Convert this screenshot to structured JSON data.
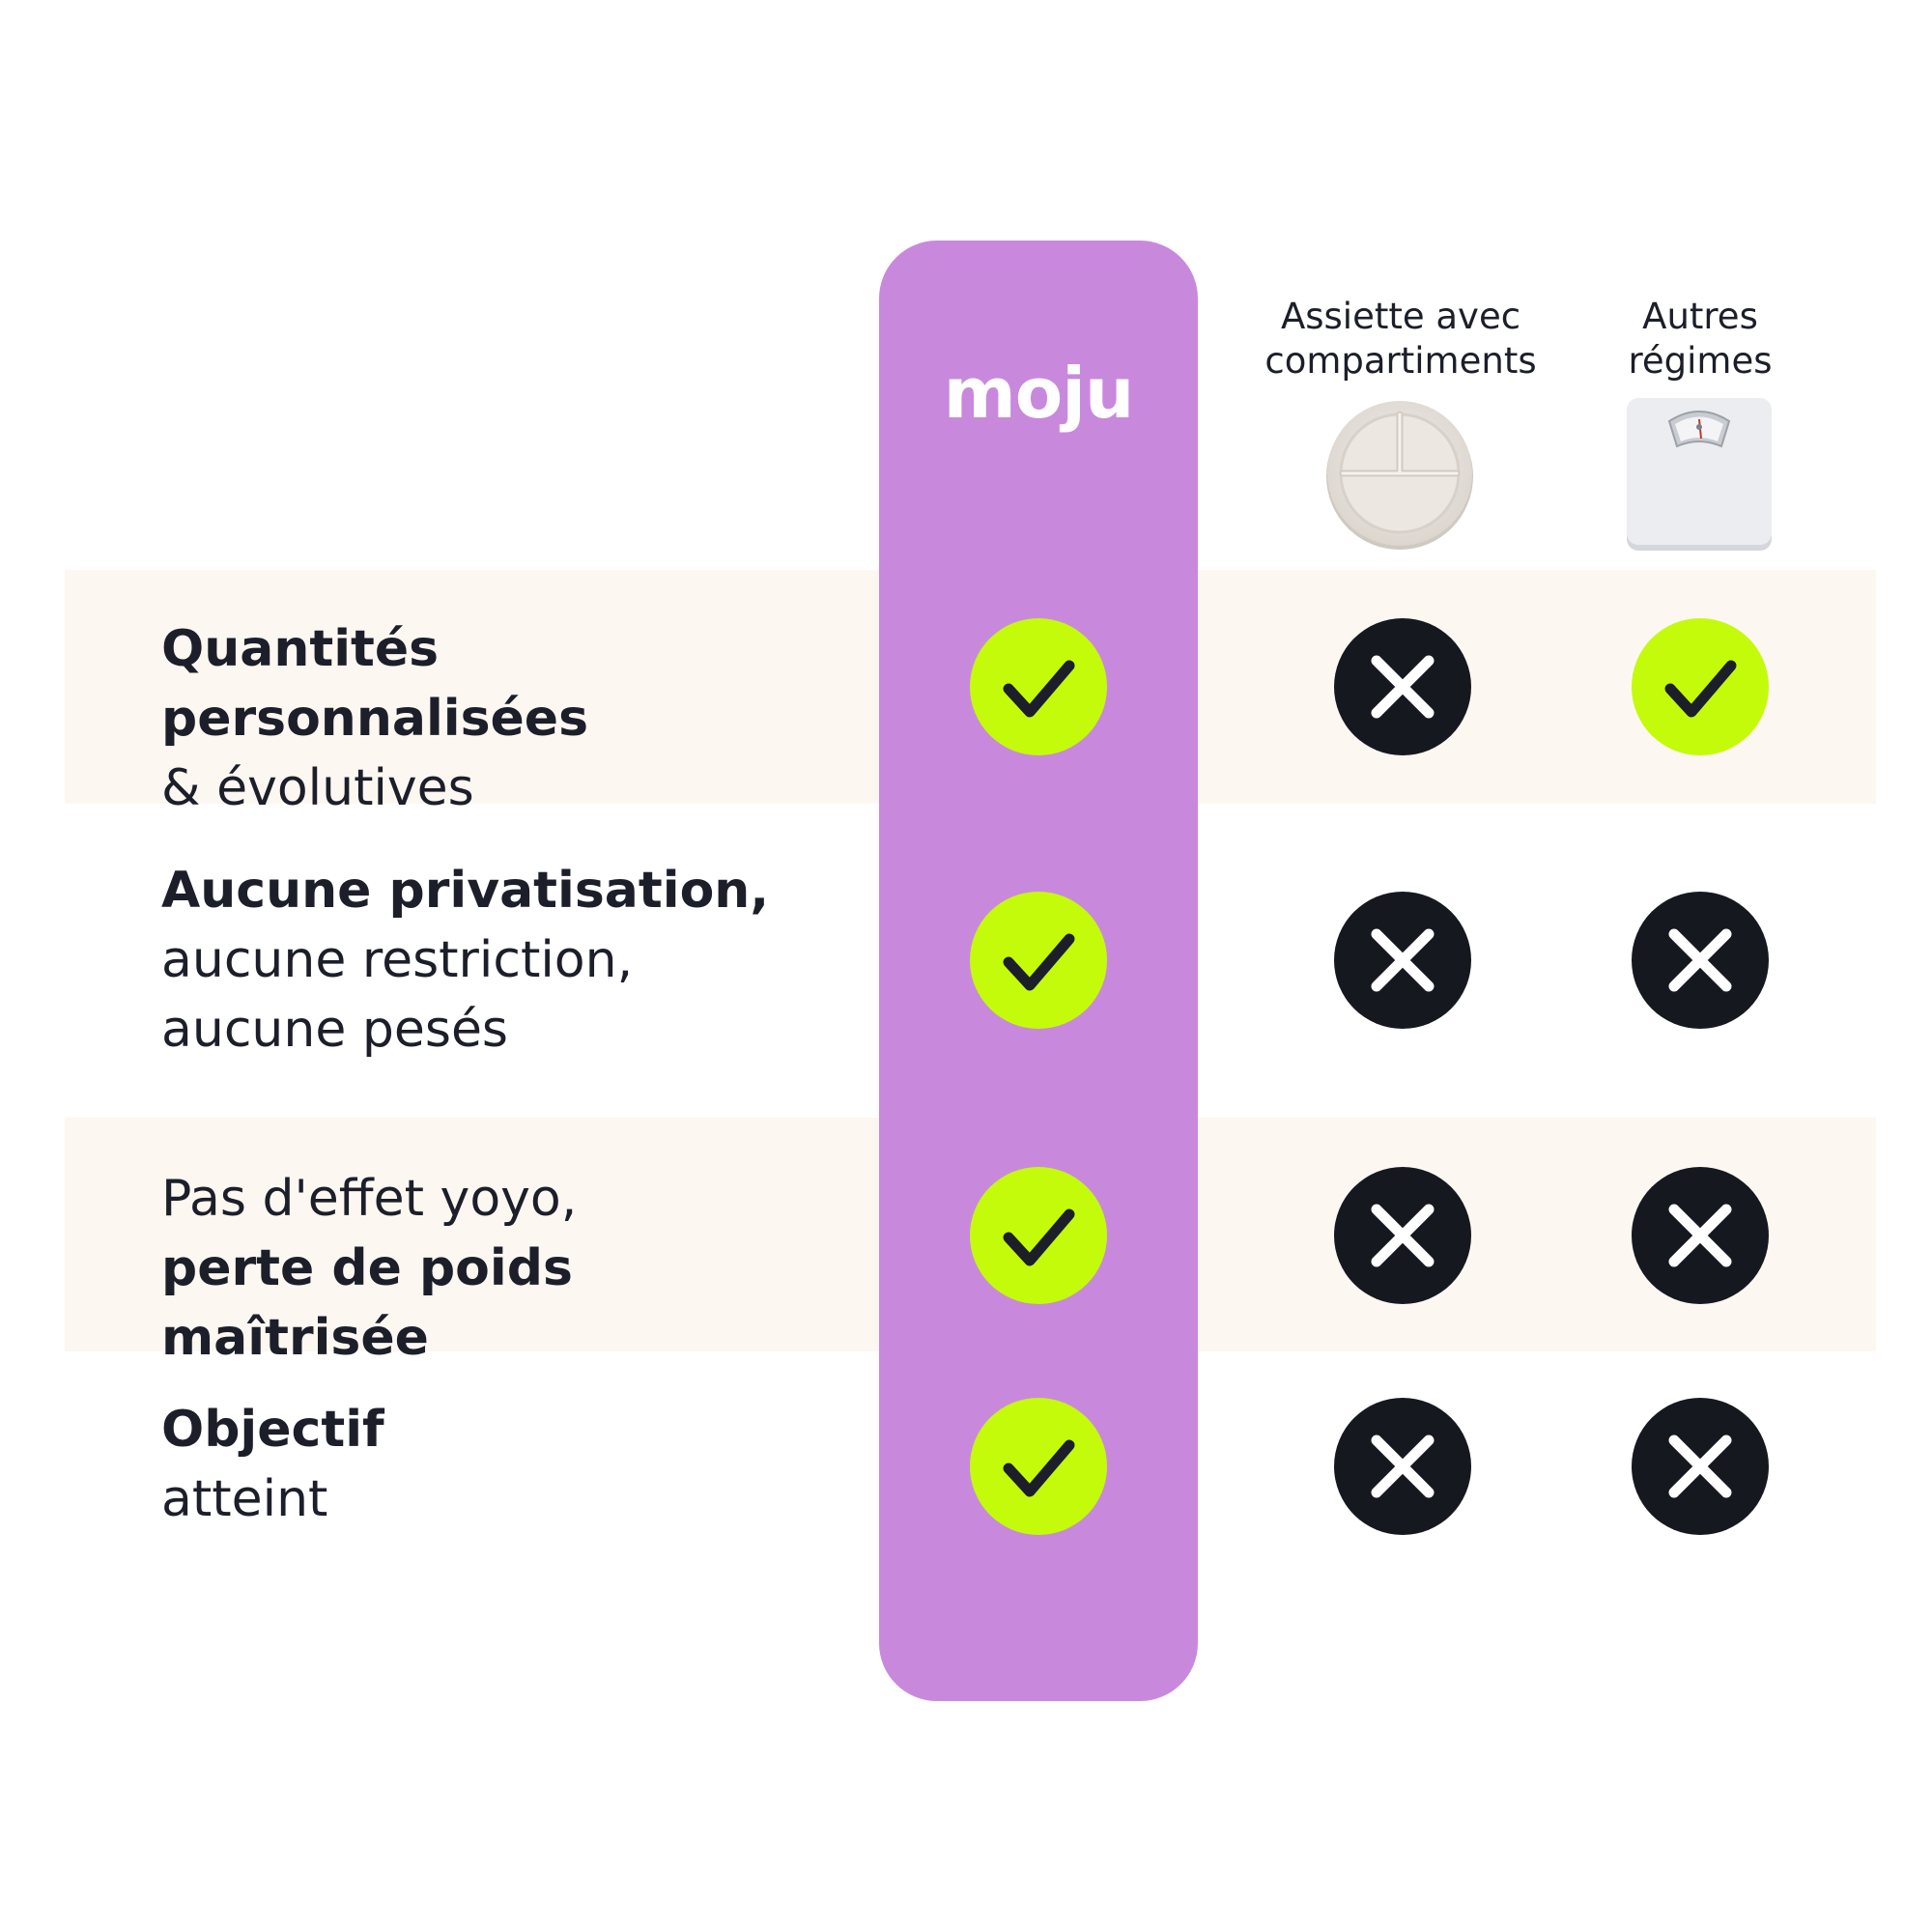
{
  "brand": {
    "name": "moju",
    "accent": "#c889dc"
  },
  "columns": [
    {
      "id": "moju",
      "lines": []
    },
    {
      "id": "assiette",
      "lines": [
        "Assiette avec",
        "compartiments"
      ],
      "image": "compartment-plate"
    },
    {
      "id": "autres",
      "lines": [
        "Autres",
        "régimes"
      ],
      "image": "bathroom-scale"
    }
  ],
  "rows": [
    {
      "parts": [
        {
          "text": "Quantités personnalisées",
          "weight": "bold"
        },
        {
          "text": "& évolutives",
          "weight": "regular"
        }
      ],
      "values": [
        true,
        false,
        true
      ]
    },
    {
      "parts": [
        {
          "text": "Aucune privatisation,",
          "weight": "bold"
        },
        {
          "text": "aucune restriction,",
          "weight": "regular"
        },
        {
          "text": "aucune pesés",
          "weight": "regular"
        }
      ],
      "values": [
        true,
        false,
        false
      ]
    },
    {
      "parts": [
        {
          "text": "Pas d'effet yoyo,",
          "weight": "regular"
        },
        {
          "text": "perte de poids maîtrisée",
          "weight": "bold"
        }
      ],
      "values": [
        true,
        false,
        false
      ]
    },
    {
      "parts": [
        {
          "text": "Objectif",
          "weight": "bold"
        },
        {
          "text": "atteint",
          "weight": "regular"
        }
      ],
      "values": [
        true,
        false,
        false
      ]
    }
  ],
  "colors": {
    "yes": "#c4fb0a",
    "no": "#15181f",
    "band": "#fcf7f1",
    "text": "#1c1f2a"
  },
  "icons": {
    "yes": "check-icon",
    "no": "cross-icon"
  }
}
